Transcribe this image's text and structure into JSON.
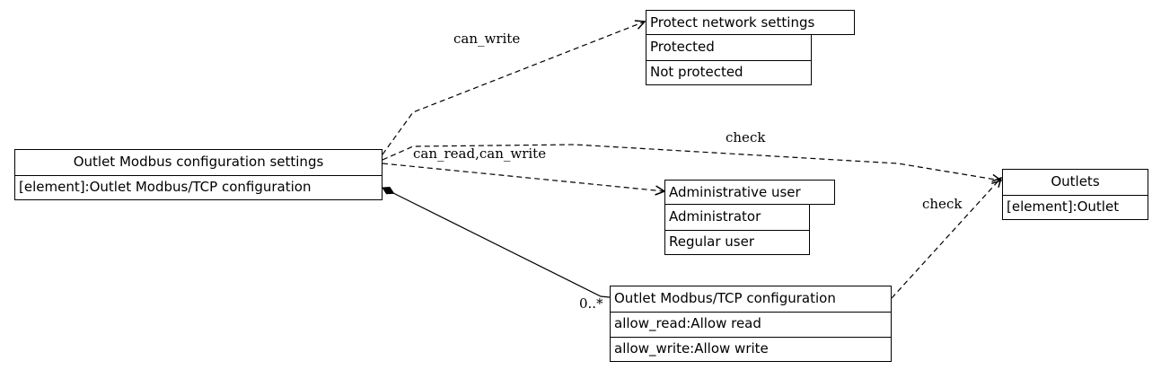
{
  "nodes": {
    "settings": {
      "title": "Outlet Modbus configuration settings",
      "rows": [
        "[element]:Outlet Modbus/TCP configuration"
      ]
    },
    "protect": {
      "title": "Protect network settings",
      "rows": [
        "Protected",
        "Not protected"
      ]
    },
    "admin": {
      "title": "Administrative user",
      "rows": [
        "Administrator",
        "Regular user"
      ]
    },
    "outlets": {
      "title": "Outlets",
      "rows": [
        "[element]:Outlet"
      ]
    },
    "tcp": {
      "title": "Outlet Modbus/TCP configuration",
      "rows": [
        "allow_read:Allow read",
        "allow_write:Allow write"
      ]
    }
  },
  "edges": {
    "can_write": "can_write",
    "check_top": "check",
    "can_read_write": "can_read,can_write",
    "check_bottom": "check",
    "multiplicity": "0..*"
  }
}
